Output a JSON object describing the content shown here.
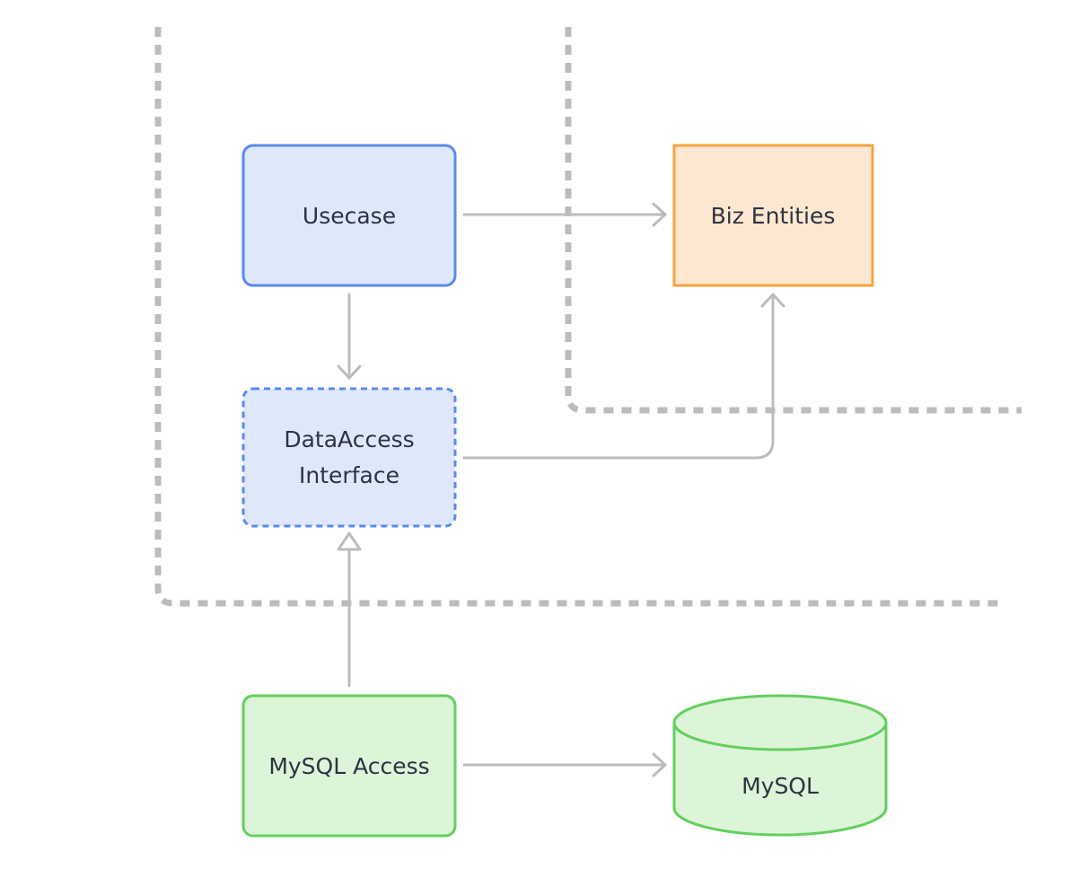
{
  "colors": {
    "background": "#ffffff",
    "boundary": "#bcbcc0",
    "connector": "#bcbcc0",
    "text": "#2d3342",
    "usecase_stroke": "#5a8af0",
    "usecase_fill": "#dfe8fb",
    "interface_stroke": "#5a8af0",
    "interface_fill": "#dfe8fb",
    "entities_stroke": "#f7a440",
    "entities_fill": "#fde7d0",
    "mysql_stroke": "#63cf5d",
    "mysql_fill": "#dcf5d9"
  },
  "nodes": {
    "usecase": {
      "label": "Usecase"
    },
    "biz_entities": {
      "label": "Biz Entities"
    },
    "data_access_interface": {
      "line1": "DataAccess",
      "line2": "Interface"
    },
    "mysql_access": {
      "label": "MySQL Access"
    },
    "mysql_db": {
      "label": "MySQL"
    }
  },
  "edges": [
    {
      "from": "usecase",
      "to": "biz_entities",
      "kind": "dependency"
    },
    {
      "from": "usecase",
      "to": "data_access_interface",
      "kind": "dependency"
    },
    {
      "from": "data_access_interface",
      "to": "biz_entities",
      "kind": "dependency"
    },
    {
      "from": "mysql_access",
      "to": "data_access_interface",
      "kind": "implements"
    },
    {
      "from": "mysql_access",
      "to": "mysql_db",
      "kind": "dependency"
    }
  ]
}
